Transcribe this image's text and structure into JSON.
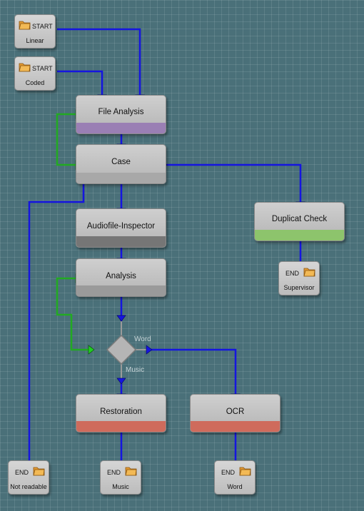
{
  "terminals": {
    "start_linear": {
      "kind": "START",
      "name": "Linear"
    },
    "start_coded": {
      "kind": "START",
      "name": "Coded"
    },
    "end_supervisor": {
      "kind": "END",
      "name": "Supervisor"
    },
    "end_not_readable": {
      "kind": "END",
      "name": "Not readable"
    },
    "end_music": {
      "kind": "END",
      "name": "Music"
    },
    "end_word": {
      "kind": "END",
      "name": "Word"
    }
  },
  "nodes": {
    "file_analysis": {
      "label": "File Analysis",
      "bar_color": "#9a7fb4"
    },
    "case": {
      "label": "Case",
      "bar_color": "#a8a8a8"
    },
    "duplicat_check": {
      "label": "Duplicat Check",
      "bar_color": "#8dc46c"
    },
    "audiofile_inspector": {
      "label": "Audiofile-Inspector",
      "bar_color": "#767676"
    },
    "analysis": {
      "label": "Analysis",
      "bar_color": "#9a9a9a"
    },
    "restoration": {
      "label": "Restoration",
      "bar_color": "#cf6b5c"
    },
    "ocr": {
      "label": "OCR",
      "bar_color": "#cf6b5c"
    }
  },
  "decision": {
    "word_label": "Word",
    "music_label": "Music"
  },
  "colors": {
    "connector": "#1515e0",
    "loop_connector": "#22aa22",
    "background": "#4a7079"
  }
}
